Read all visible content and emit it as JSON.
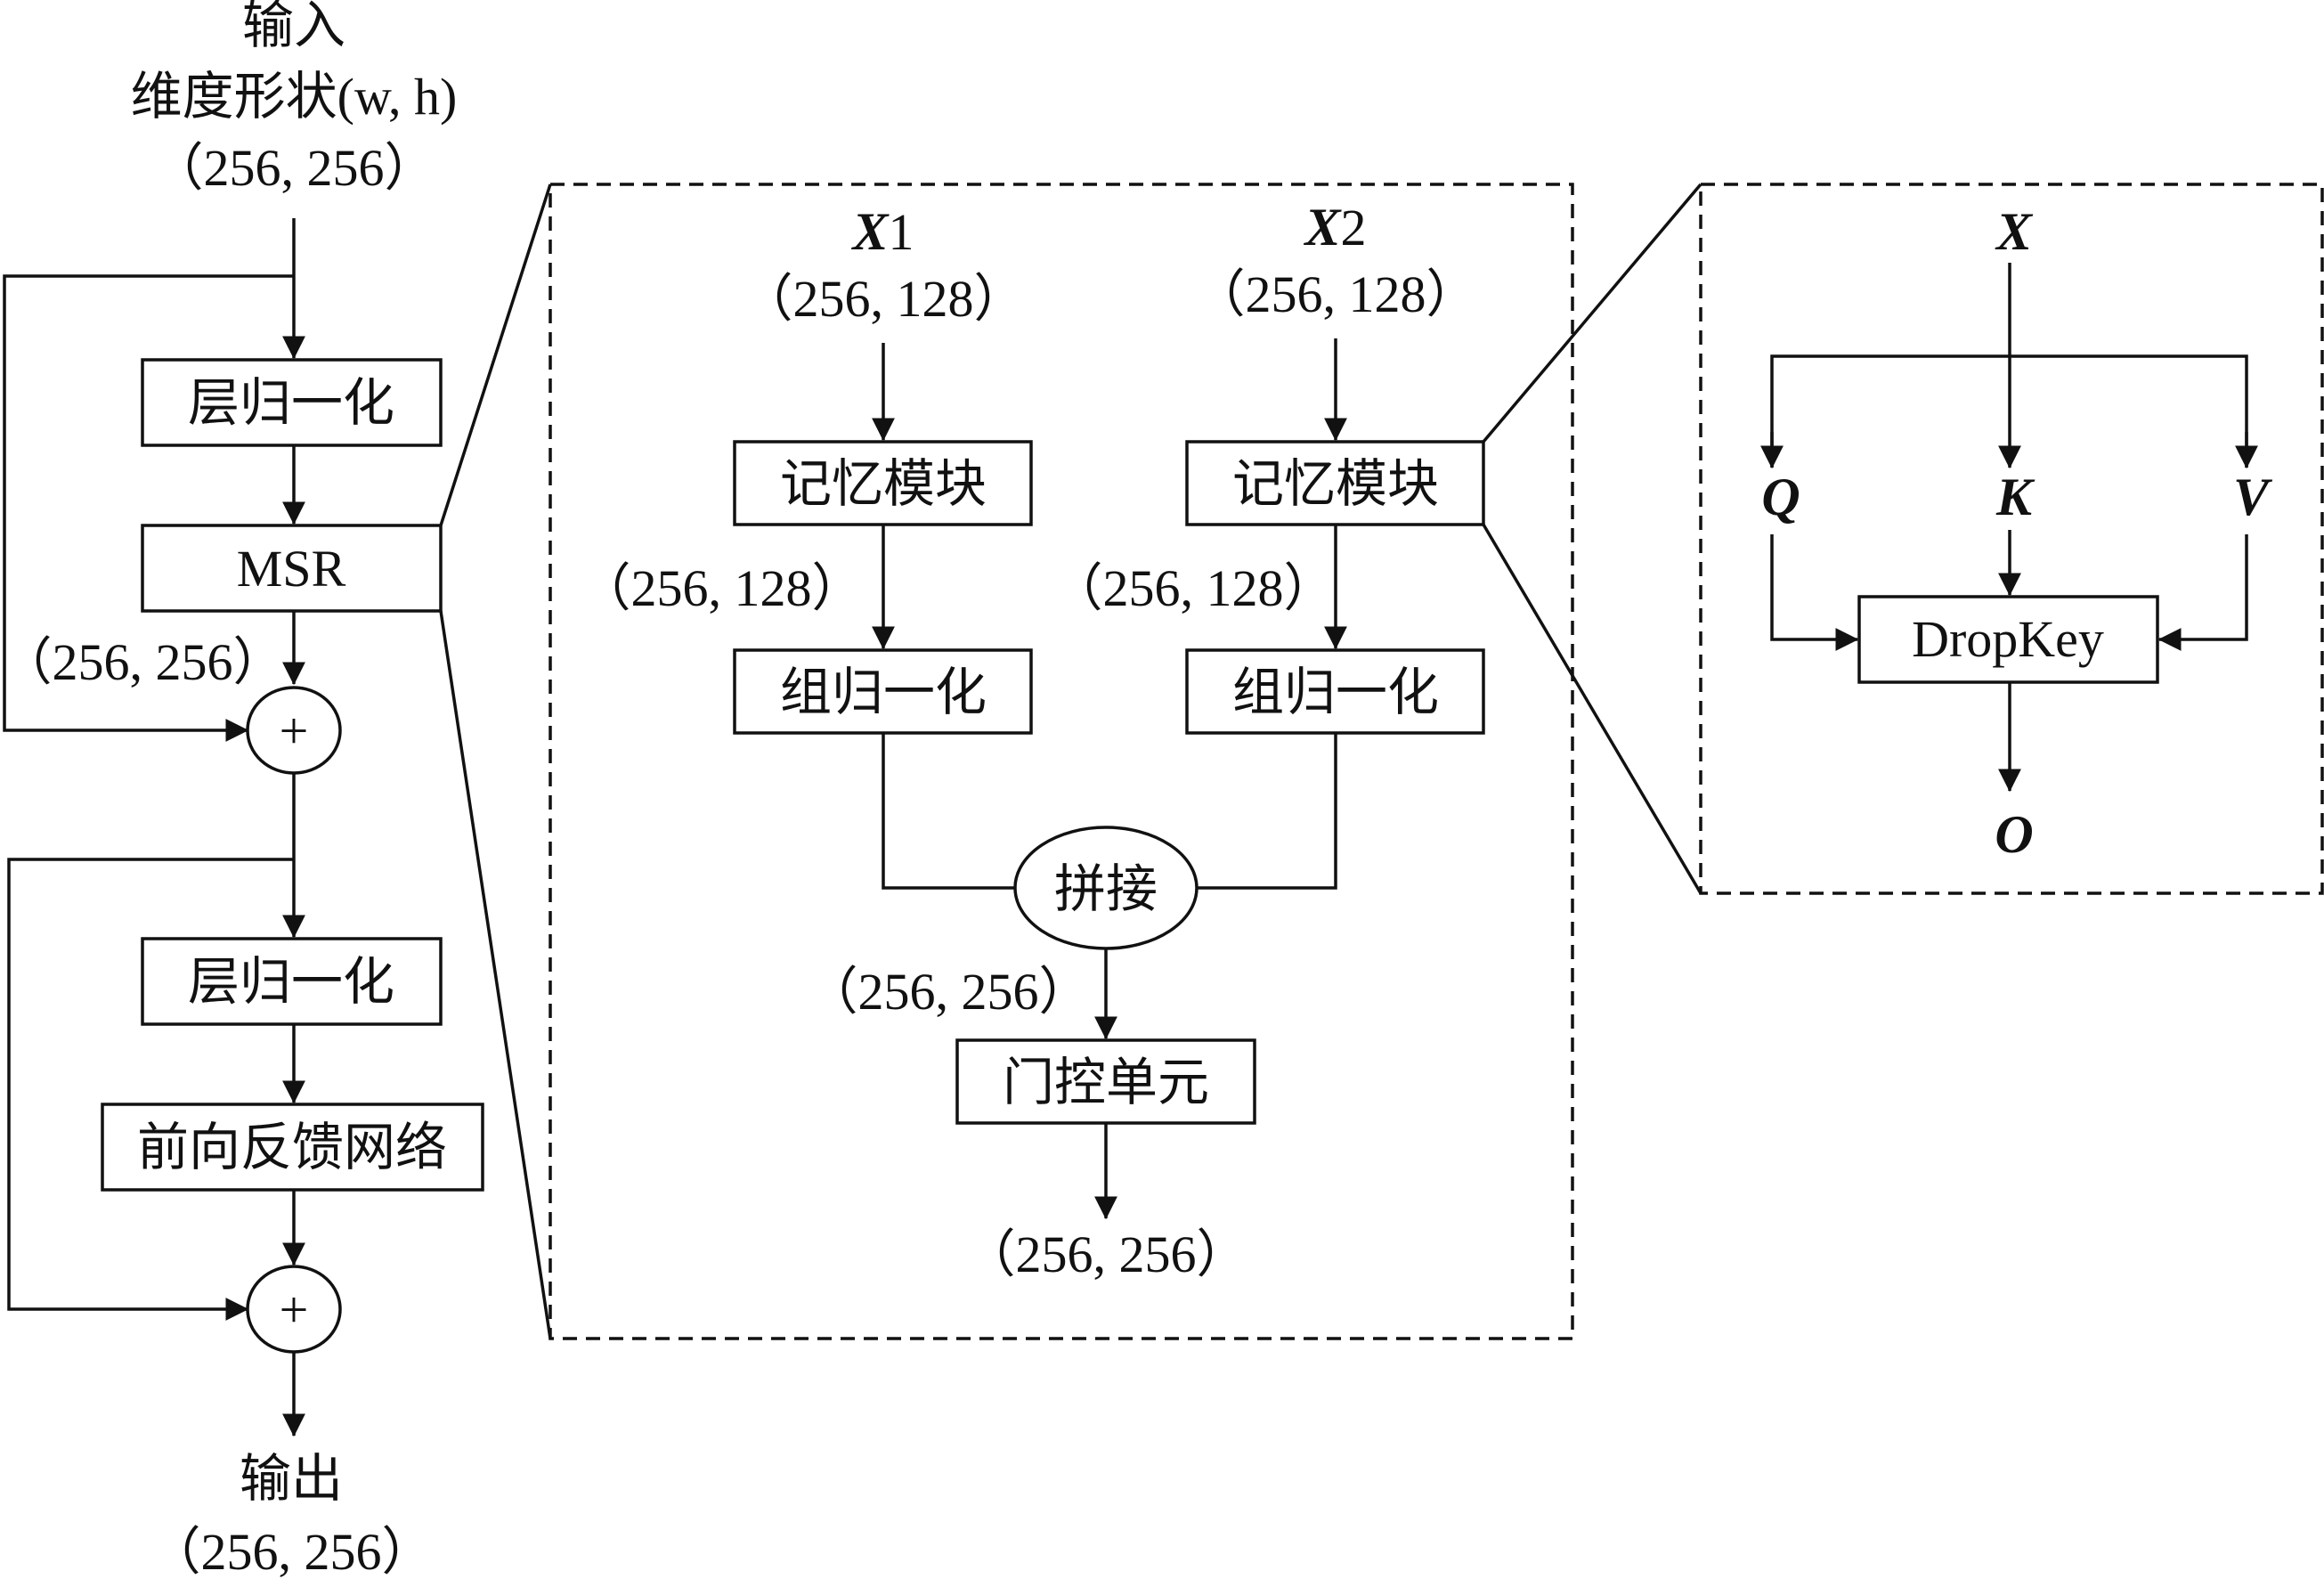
{
  "left": {
    "input_title": "输入",
    "shape_label": "维度形状(w, h)",
    "input_dims": "（256, 256）",
    "layernorm1": "层归一化",
    "msr": "MSR",
    "msr_out_dims": "（256, 256）",
    "plus1": "+",
    "layernorm2": "层归一化",
    "ffn": "前向反馈网络",
    "plus2": "+",
    "output_title": "输出",
    "output_dims": "（256, 256）"
  },
  "middle": {
    "x1_var": "X",
    "x1_sub": "1",
    "x1_dims": "（256, 128）",
    "x2_var": "X",
    "x2_sub": "2",
    "x2_dims": "（256, 128）",
    "memory1": "记忆模块",
    "memory2": "记忆模块",
    "mem1_out_dims": "（256, 128）",
    "mem2_out_dims": "（256, 128）",
    "groupnorm1": "组归一化",
    "groupnorm2": "组归一化",
    "concat": "拼接",
    "concat_dims": "（256, 256）",
    "gate": "门控单元",
    "out_dims": "（256, 256）"
  },
  "right": {
    "x": "X",
    "q": "Q",
    "k": "K",
    "v": "V",
    "dropkey": "DropKey",
    "o": "O"
  }
}
